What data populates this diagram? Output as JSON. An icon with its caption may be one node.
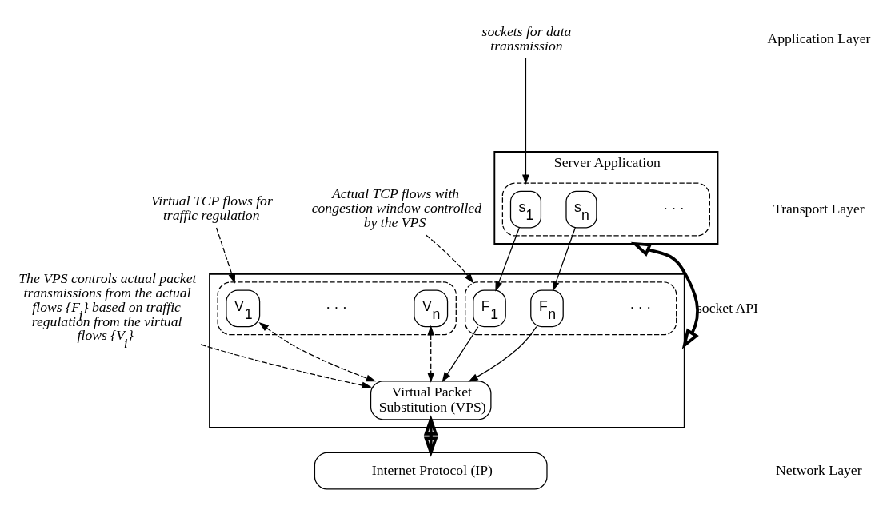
{
  "diagram": {
    "nodes": [
      {
        "text": [
          "Server Application"
        ]
      },
      {
        "text": [],
        "shape": "box",
        "in": 0
      },
      {
        "text": [
          "s$_{1}$"
        ],
        "in": 1
      },
      {
        "text": [
          "s$_{n}$"
        ],
        "in": 1
      },
      {
        "text": [
          "sockets for data transmission"
        ]
      },
      {
        "text": [],
        "shape": "box"
      },
      {
        "text": [],
        "shape": "box",
        "in": 5
      },
      {
        "text": [
          "F$_{1}$"
        ],
        "in": 6
      },
      {
        "text": [
          "F$_{n}$"
        ],
        "in": 6
      },
      {
        "text": [],
        "shape": "box",
        "in": 5
      },
      {
        "text": [
          "V$_{1}$"
        ],
        "in": 9
      },
      {
        "text": [
          "V$_{n}$"
        ],
        "in": 9
      },
      {
        "text": [
          "Virtual Packet Substitution (VPS)"
        ],
        "in": 5
      },
      {
        "text": [
          "Actual TCP flows with congestion window controlled by the VPS"
        ]
      },
      {
        "text": [
          "Virtual TCP flows for traffic regulation"
        ]
      },
      {
        "text": [
          "The VPS controls actual packet transmissions from the actual flows {F$_{i}$} based on traffic regulation from the virtual flows {V$_{i}$}"
        ]
      },
      {
        "text": [
          "Internet Protocol (IP)"
        ]
      }
    ],
    "edges": [
      {
        "from": 4,
        "to": 1,
        "arrow": "to"
      },
      {
        "from": 0,
        "to": 5,
        "arrow": "both",
        "label": "socket API",
        "style": "thick"
      },
      {
        "from": 2,
        "to": 7,
        "arrow": "to"
      },
      {
        "from": 3,
        "to": 8,
        "arrow": "to"
      },
      {
        "from": 13,
        "to": 6,
        "arrow": "to",
        "style": "dashed"
      },
      {
        "from": 14,
        "to": 9,
        "arrow": "to",
        "style": "dashed"
      },
      {
        "from": 7,
        "to": 12,
        "arrow": "to"
      },
      {
        "from": 8,
        "to": 12,
        "arrow": "to"
      },
      {
        "from": 10,
        "to": 12,
        "arrow": "both",
        "style": "dashed"
      },
      {
        "from": 11,
        "to": 12,
        "arrow": "both",
        "style": "dashed"
      },
      {
        "from": 15,
        "to": 12,
        "arrow": "to",
        "style": "dashed"
      },
      {
        "from": 12,
        "to": 16,
        "arrow": "to",
        "style": "thick"
      },
      {
        "from": 16,
        "to": 12,
        "arrow": "to",
        "style": "thick"
      }
    ],
    "labels": [
      "Application Layer",
      "Transport Layer",
      "Network Layer",
      "· · ·",
      "· · ·",
      "· · ·"
    ]
  }
}
